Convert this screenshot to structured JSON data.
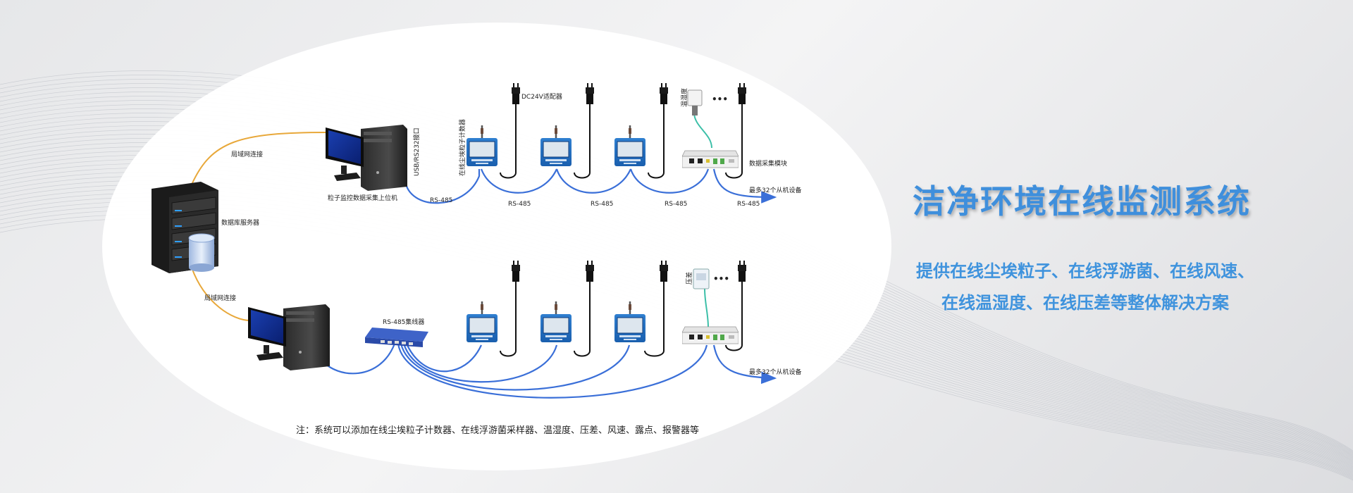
{
  "headline": "洁净环境在线监测系统",
  "subtitle_lines": [
    "提供在线尘埃粒子、在线浮游菌、在线风速、",
    "在线温湿度、在线压差等整体解决方案"
  ],
  "diagram": {
    "lan_label": "局域网连接",
    "server_label": "数据库服务器",
    "host_pc_label": "粒子监控数据采集上位机",
    "usb_port_label": "USB/RS232接口",
    "rs485_label": "RS-485",
    "dc_adapter_label": "DC24V适配器",
    "particle_counter_label": "在线尘埃粒子计数器",
    "wind_sensor_label": "温湿度",
    "pressure_sensor_label": "压差",
    "acq_module_label": "数据采集模块",
    "slave_label": "最多32个从机设备",
    "hub_label": "RS-485集线器",
    "ellipsis": "•••"
  },
  "note": "注：系统可以添加在线尘埃粒子计数器、在线浮游菌采样器、温湿度、压差、风速、露点、报警器等",
  "colors": {
    "accent_blue": "#3f8fdc",
    "cable_blue": "#3a6fd8",
    "lan_orange": "#e8a83a",
    "sensor_teal": "#3cbfa8"
  }
}
